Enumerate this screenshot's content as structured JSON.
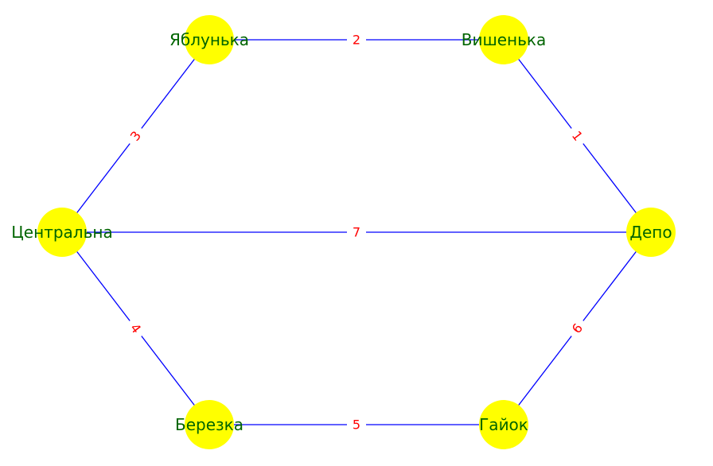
{
  "colors": {
    "edge": "#0000ff",
    "edge_label": "#ff0000",
    "node_fill": "#ffff00",
    "node_label": "#006400",
    "background": "#ffffff"
  },
  "graph": {
    "nodes": [
      {
        "id": "yablunka",
        "label": "Яблунька"
      },
      {
        "id": "vyshenka",
        "label": "Вишенька"
      },
      {
        "id": "tsentralna",
        "label": "Центральна"
      },
      {
        "id": "depo",
        "label": "Депо"
      },
      {
        "id": "berezka",
        "label": "Березка"
      },
      {
        "id": "hayok",
        "label": "Гайок"
      }
    ],
    "edges": [
      {
        "source": "yablunka",
        "target": "vyshenka",
        "weight": "2"
      },
      {
        "source": "vyshenka",
        "target": "depo",
        "weight": "1"
      },
      {
        "source": "yablunka",
        "target": "tsentralna",
        "weight": "3"
      },
      {
        "source": "tsentralna",
        "target": "depo",
        "weight": "7"
      },
      {
        "source": "tsentralna",
        "target": "berezka",
        "weight": "4"
      },
      {
        "source": "depo",
        "target": "hayok",
        "weight": "6"
      },
      {
        "source": "berezka",
        "target": "hayok",
        "weight": "5"
      }
    ]
  }
}
